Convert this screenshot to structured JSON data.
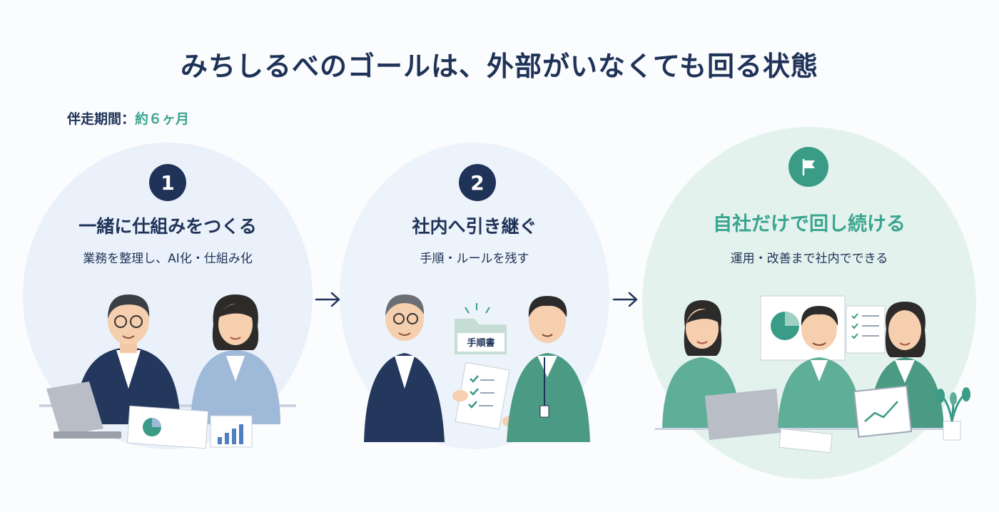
{
  "title": "みちしるべのゴールは、外部がいなくても回る状態",
  "period": {
    "label": "伴走期間：",
    "value": "約６ヶ月"
  },
  "steps": [
    {
      "number": "1",
      "heading": "一緒に仕組みをつくる",
      "subtext": "業務を整理し、AI化・仕組み化"
    },
    {
      "number": "2",
      "heading": "社内へ引き継ぐ",
      "subtext": "手順・ルールを残す",
      "document_label": "手順書"
    },
    {
      "icon": "flag-icon",
      "heading": "自社だけで回し続ける",
      "subtext": "運用・改善まで社内でできる"
    }
  ],
  "colors": {
    "navy": "#1f3258",
    "green": "#3aa58e",
    "teal": "#3a9b87"
  }
}
